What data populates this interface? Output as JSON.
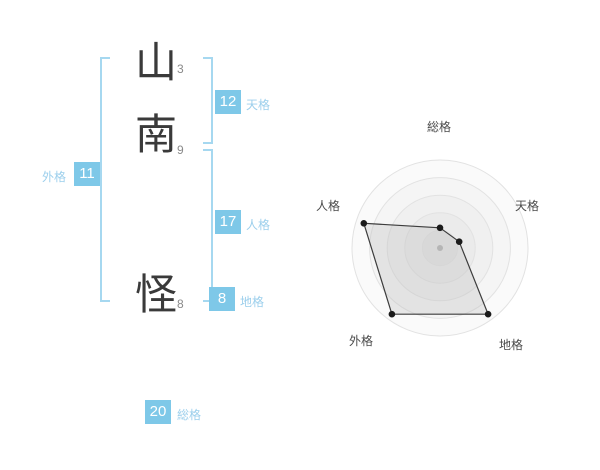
{
  "name": {
    "characters": [
      {
        "char": "山",
        "strokes": "3"
      },
      {
        "char": "南",
        "strokes": "9"
      },
      {
        "char": "怪",
        "strokes": "8"
      }
    ],
    "categories": {
      "tenkaku": {
        "label": "天格",
        "value": "12"
      },
      "jinkaku": {
        "label": "人格",
        "value": "17"
      },
      "chikaku": {
        "label": "地格",
        "value": "8"
      },
      "gaikaku": {
        "label": "外格",
        "value": "11"
      },
      "soukaku": {
        "label": "総格",
        "value": "20"
      }
    }
  },
  "chart_data": {
    "type": "radar",
    "categories": [
      "総格",
      "天格",
      "地格",
      "外格",
      "人格"
    ],
    "values": [
      23,
      23,
      93,
      93,
      91
    ],
    "max": 100,
    "rings": 5,
    "grid": "concentric-circles",
    "legend": "none",
    "center_marker": true
  },
  "colors": {
    "background": "#ffffff",
    "accent_blue": "#7ec8e8",
    "bracket_blue": "#a6d8f0",
    "label_blue": "#9ccfec",
    "stroke_count_gray": "#8a8a8a",
    "kanji_color": "#3a3a3a",
    "radar_line": "#3c3c3c",
    "radar_ring": "#e2e2e2",
    "radar_fill": "rgba(185,185,185,0.3)"
  }
}
